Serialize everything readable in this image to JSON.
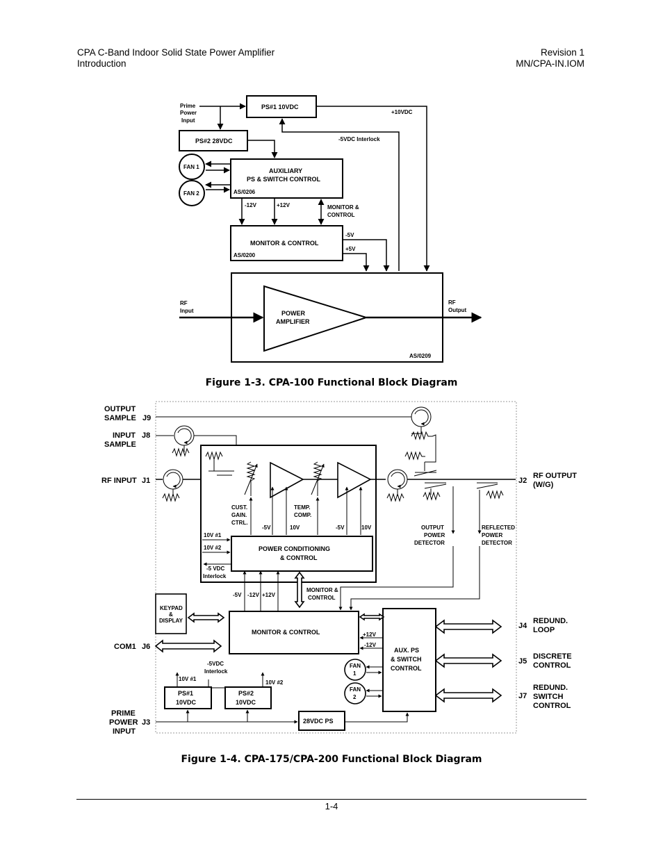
{
  "header": {
    "left_line1": "CPA C-Band Indoor Solid State Power Amplifier",
    "left_line2": "Introduction",
    "right_line1": "Revision 1",
    "right_line2": "MN/CPA-IN.IOM"
  },
  "figure1": {
    "caption": "Figure 1-3.  CPA-100 Functional Block Diagram",
    "prime_power_1": "Prime",
    "prime_power_2": "Power",
    "prime_power_3": "Input",
    "ps1": "PS#1 10VDC",
    "ps2": "PS#2 28VDC",
    "fan1": "FAN 1",
    "fan2": "FAN 2",
    "aux_1": "AUXILIARY",
    "aux_2": "PS & SWITCH CONTROL",
    "aux_part": "AS/0206",
    "plus10": "+10VDC",
    "interlock": "-5VDC Interlock",
    "minus12": "-12V",
    "plus12": "+12V",
    "mc_label_1": "MONITOR &",
    "mc_label_2": "CONTROL",
    "mc_box": "MONITOR & CONTROL",
    "mc_part": "AS/0200",
    "minus5": "-5V",
    "plus5": "+5V",
    "rf_in_1": "RF",
    "rf_in_2": "Input",
    "rf_out_1": "RF",
    "rf_out_2": "Output",
    "pa_1": "POWER",
    "pa_2": "AMPLIFIER",
    "pa_part": "AS/0209"
  },
  "figure2": {
    "caption": "Figure 1-4. CPA-175/CPA-200 Functional Block Diagram",
    "output_sample_1": "OUTPUT",
    "output_sample_2": "SAMPLE",
    "j9": "J9",
    "input_sample_1": "INPUT",
    "input_sample_2": "SAMPLE",
    "j8": "J8",
    "rf_input": "RF INPUT",
    "j1": "J1",
    "j2": "J2",
    "rf_output_1": "RF OUTPUT",
    "rf_output_2": "(W/G)",
    "cust_1": "CUST.",
    "cust_2": "GAIN.",
    "cust_3": "CTRL.",
    "temp_1": "TEMP.",
    "temp_2": "COMP.",
    "m5v_a": "-5V",
    "p10v_a": "10V",
    "m5v_b": "-5V",
    "p10v_b": "10V",
    "opd_1": "OUTPUT",
    "opd_2": "POWER",
    "opd_3": "DETECTOR",
    "rpd_1": "REFLECTED",
    "rpd_2": "POWER",
    "rpd_3": "DETECTOR",
    "v10_1": "10V #1",
    "v10_2": "10V #2",
    "il_1": "-5 VDC",
    "il_2": "Interlock",
    "pcc_1": "POWER CONDITIONING",
    "pcc_2": "& CONTROL",
    "bus_m5": "-5V",
    "bus_m12": "-12V",
    "bus_p12": "+12V",
    "mc_1": "MONITOR &",
    "mc_2": "CONTROL",
    "kp_1": "KEYPAD",
    "kp_2": "&",
    "kp_3": "DISPLAY",
    "mc_box": "MONITOR & CONTROL",
    "plus12": "+12V",
    "minus12": "-12V",
    "aux_1": "AUX. PS",
    "aux_2": "& SWITCH",
    "aux_3": "CONTROL",
    "fan1_1": "FAN",
    "fan1_2": "1",
    "fan2_1": "FAN",
    "fan2_2": "2",
    "com1": "COM1",
    "j6": "J6",
    "vil_1": "-5VDC",
    "vil_2": "Interlock",
    "v10n1": "10V #1",
    "v10n2": "10V #2",
    "ps1_1": "PS#1",
    "ps1_2": "10VDC",
    "ps2_1": "PS#2",
    "ps2_2": "10VDC",
    "prime_1": "PRIME",
    "prime_2": "POWER",
    "prime_3": "INPUT",
    "j3": "J3",
    "ps28": "28VDC PS",
    "j4": "J4",
    "redund_loop_1": "REDUND.",
    "redund_loop_2": "LOOP",
    "j5": "J5",
    "discrete_1": "DISCRETE",
    "discrete_2": "CONTROL",
    "j7": "J7",
    "rsc_1": "REDUND.",
    "rsc_2": "SWITCH",
    "rsc_3": "CONTROL"
  },
  "footer": {
    "page": "1-4"
  }
}
